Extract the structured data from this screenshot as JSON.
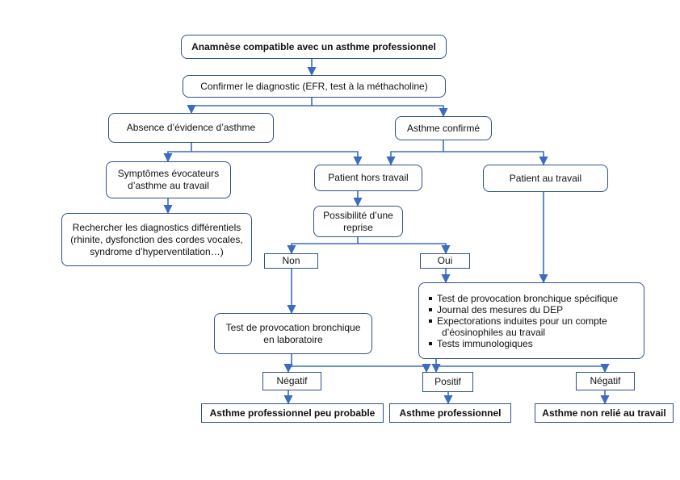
{
  "diagram": {
    "anamnese": "Anamnèse compatible avec un asthme professionnel",
    "confirmer": "Confirmer le diagnostic (EFR, test à la méthacholine)",
    "absence": "Absence d’évidence d’asthme",
    "confirme": "Asthme confirmé",
    "symptomes_line1": "Symptômes évocateurs",
    "symptomes_line2": "d’asthme au travail",
    "hors_travail": "Patient hors travail",
    "au_travail": "Patient au travail",
    "rechercher_line1": "Rechercher les diagnostics différentiels",
    "rechercher_line2": "(rhinite, dysfonction des cordes vocales,",
    "rechercher_line3": "syndrome d’hyperventilation…)",
    "possibilite_line1": "Possibilité d’une",
    "possibilite_line2": "reprise",
    "non": "Non",
    "oui": "Oui",
    "tests": [
      "Test de provocation bronchique spécifique",
      "Journal des mesures du DEP",
      "Expectorations induites pour un compte",
      "d’éosinophiles au travail",
      "Tests immunologiques"
    ],
    "tpb_line1": "Test de provocation bronchique",
    "tpb_line2": "en laboratoire",
    "negatif_left": "Négatif",
    "positif": "Positif",
    "negatif_right": "Négatif",
    "out_peu_probable": "Asthme professionnel peu probable",
    "out_professionnel": "Asthme professionnel",
    "out_non_relie": "Asthme non relié au travail"
  },
  "colors": {
    "line": "#3d6bbf",
    "border": "#2f4f8f"
  }
}
